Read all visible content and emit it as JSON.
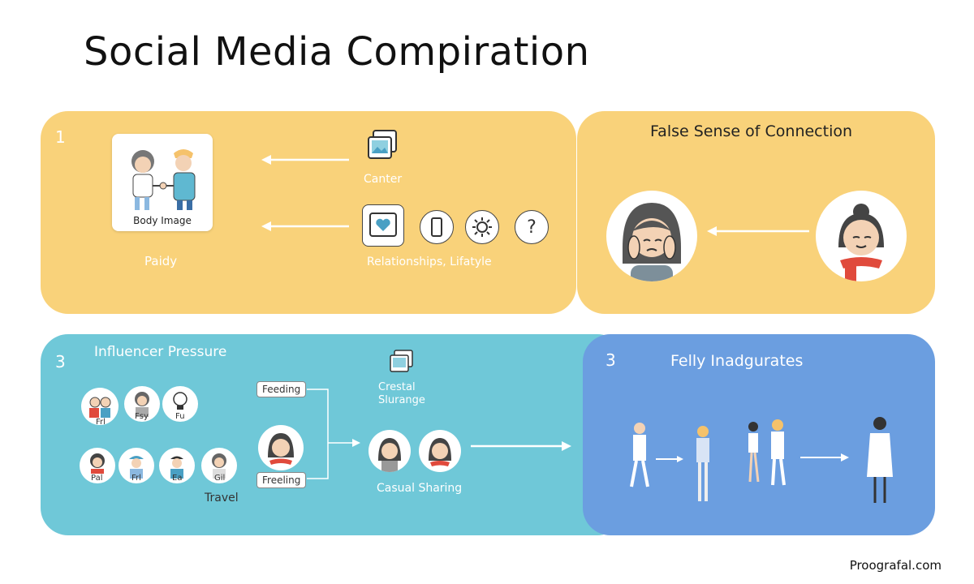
{
  "title": "Social Media Compiration",
  "panel1": {
    "number": "1",
    "card_label": "Body Image",
    "left_label": "Paidy",
    "top_label": "Canter",
    "bottom_label": "Relationships, Lifatyle",
    "question_glyph": "?"
  },
  "panel2": {
    "heading": "False Sense of Connection"
  },
  "panel3": {
    "number": "3",
    "heading": "Influencer Pressure",
    "avatars_top": [
      "Frl",
      "Fsy",
      "Fu"
    ],
    "avatars_bottom": [
      "Pal",
      "Frl",
      "Ea",
      "Gil"
    ],
    "travel_label": "Travel",
    "feeding_tag": "Feeding",
    "feeling_tag": "Freeling",
    "center_label_1": "Crestal",
    "center_label_2": "Slurange",
    "casual_label": "Casual Sharing"
  },
  "panel4": {
    "number": "3",
    "heading": "Felly Inadgurates"
  },
  "footer": "Proografal.com",
  "colors": {
    "yellow_panel": "#f9d27a",
    "teal_panel": "#6fc8d8",
    "blue_panel": "#6b9ee0"
  }
}
